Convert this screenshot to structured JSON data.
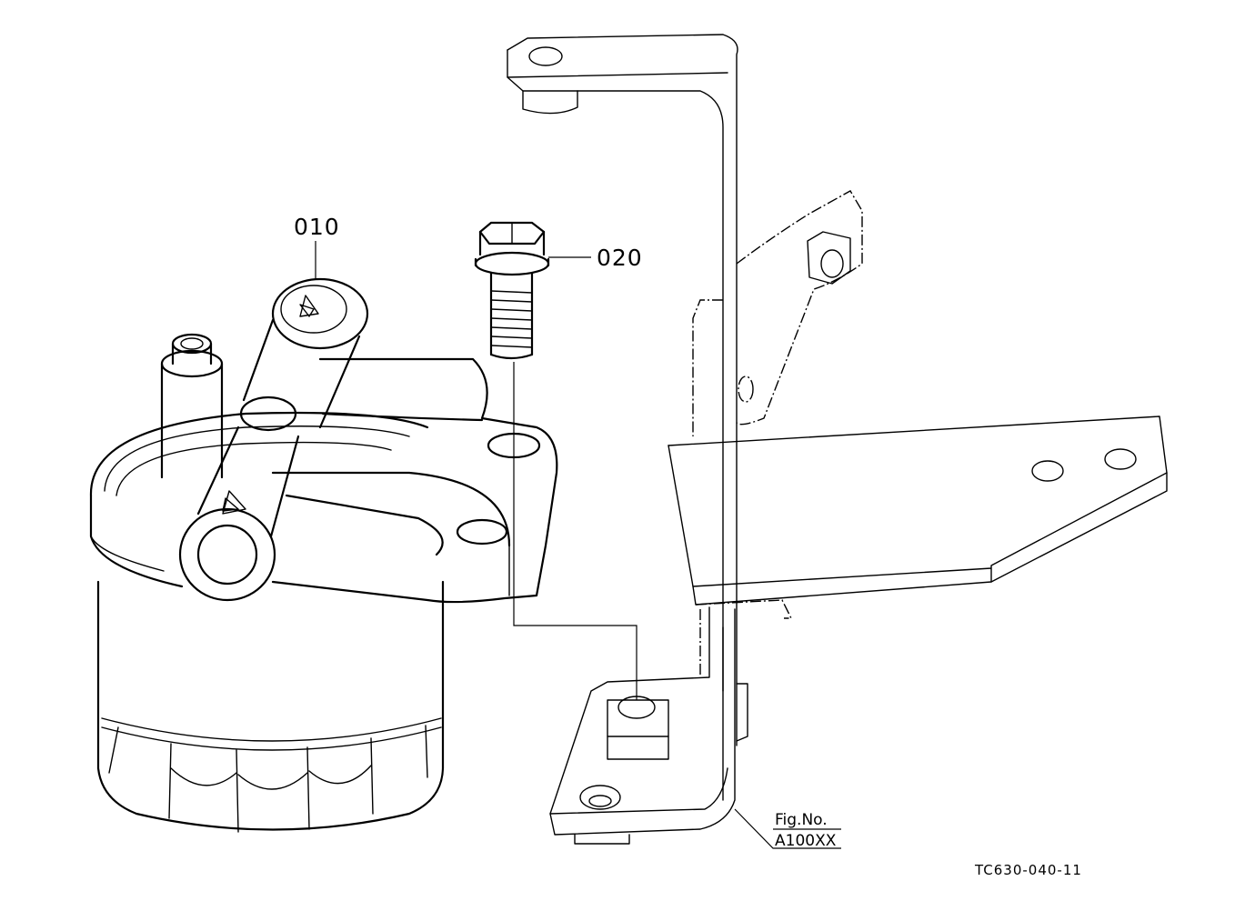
{
  "callouts": [
    {
      "id": "010",
      "label": "010"
    },
    {
      "id": "020",
      "label": "020"
    }
  ],
  "figure": {
    "line1": "Fig.No.",
    "line2": "A100XX"
  },
  "drawing_code": "TC630-040-11"
}
